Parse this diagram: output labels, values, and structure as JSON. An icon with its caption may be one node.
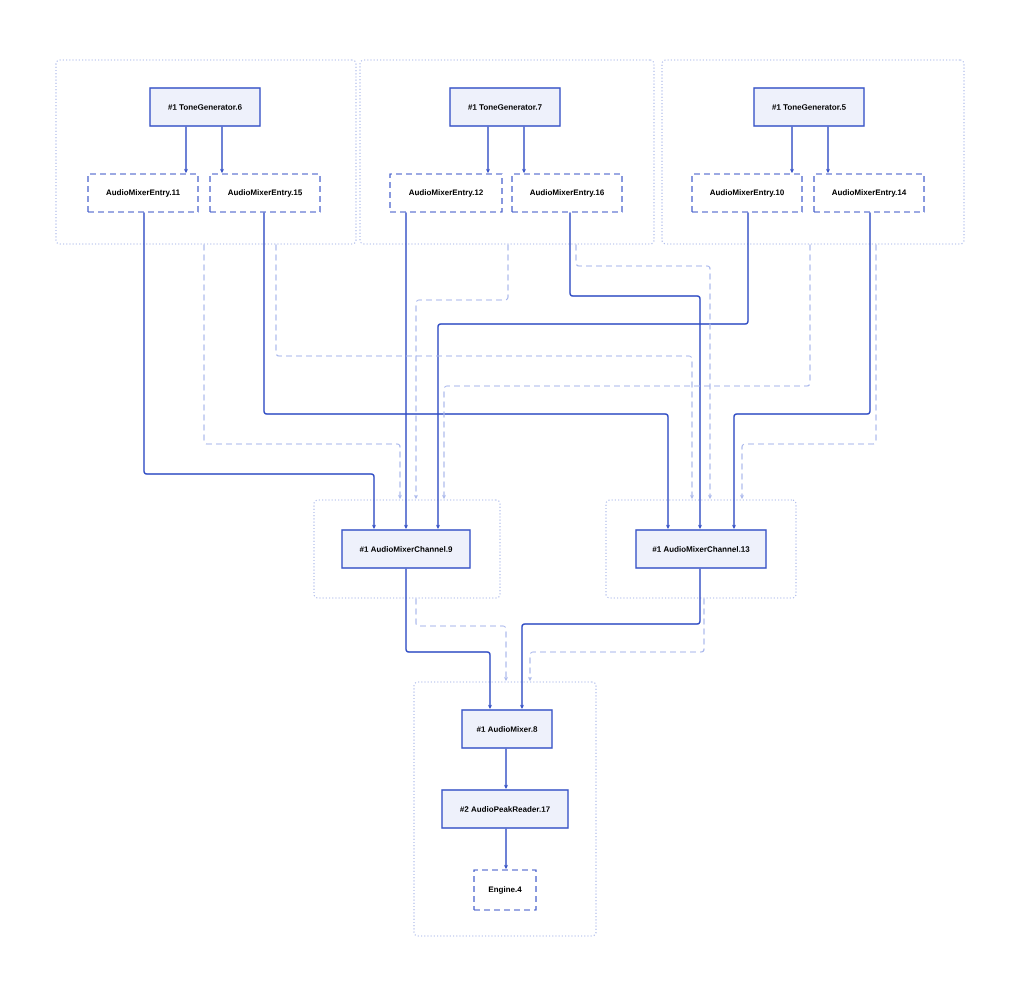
{
  "diagram": {
    "nodes": [
      {
        "text": [],
        "shape": "box"
      },
      {
        "text": [
          "#1 ToneGenerator.6"
        ],
        "in": 0
      },
      {
        "text": [
          "AudioMixerEntry.11"
        ],
        "in": 0
      },
      {
        "text": [
          "AudioMixerEntry.15"
        ],
        "in": 0
      },
      {
        "text": [],
        "shape": "box"
      },
      {
        "text": [
          "#1 ToneGenerator.7"
        ],
        "in": 4
      },
      {
        "text": [
          "AudioMixerEntry.12"
        ],
        "in": 4
      },
      {
        "text": [
          "AudioMixerEntry.16"
        ],
        "in": 4
      },
      {
        "text": [],
        "shape": "box"
      },
      {
        "text": [
          "#1 ToneGenerator.5"
        ],
        "in": 8
      },
      {
        "text": [
          "AudioMixerEntry.10"
        ],
        "in": 8
      },
      {
        "text": [
          "AudioMixerEntry.14"
        ],
        "in": 8
      },
      {
        "text": [],
        "shape": "box"
      },
      {
        "text": [
          "#1 AudioMixerChannel.9"
        ],
        "in": 12
      },
      {
        "text": [],
        "shape": "box"
      },
      {
        "text": [
          "#1 AudioMixerChannel.13"
        ],
        "in": 14
      },
      {
        "text": [],
        "shape": "box"
      },
      {
        "text": [
          "#1 AudioMixer.8"
        ],
        "in": 16
      },
      {
        "text": [
          "#2 AudioPeakReader.17"
        ],
        "in": 16
      },
      {
        "text": [
          "Engine.4"
        ],
        "in": 16
      }
    ],
    "edges": [
      {
        "from": 1,
        "to": 2,
        "arrow": "to"
      },
      {
        "from": 1,
        "to": 3,
        "arrow": "to"
      },
      {
        "from": 5,
        "to": 6,
        "arrow": "to"
      },
      {
        "from": 5,
        "to": 7,
        "arrow": "to"
      },
      {
        "from": 9,
        "to": 10,
        "arrow": "to"
      },
      {
        "from": 9,
        "to": 11,
        "arrow": "to"
      },
      {
        "from": 2,
        "to": 13,
        "arrow": "to"
      },
      {
        "from": 3,
        "to": 15,
        "arrow": "to"
      },
      {
        "from": 6,
        "to": 13,
        "arrow": "to"
      },
      {
        "from": 7,
        "to": 15,
        "arrow": "to"
      },
      {
        "from": 10,
        "to": 13,
        "arrow": "to"
      },
      {
        "from": 11,
        "to": 15,
        "arrow": "to"
      },
      {
        "from": 13,
        "to": 17,
        "arrow": "to"
      },
      {
        "from": 15,
        "to": 17,
        "arrow": "to"
      },
      {
        "from": 17,
        "to": 18,
        "arrow": "to"
      },
      {
        "from": 18,
        "to": 19,
        "arrow": "to"
      },
      {
        "from": 0,
        "to": 12,
        "arrow": "to",
        "style": "dashed",
        "color": "#a9b7ec"
      },
      {
        "from": 0,
        "to": 14,
        "arrow": "to",
        "style": "dashed",
        "color": "#a9b7ec"
      },
      {
        "from": 4,
        "to": 12,
        "arrow": "to",
        "style": "dashed",
        "color": "#a9b7ec"
      },
      {
        "from": 4,
        "to": 14,
        "arrow": "to",
        "style": "dashed",
        "color": "#a9b7ec"
      },
      {
        "from": 8,
        "to": 12,
        "arrow": "to",
        "style": "dashed",
        "color": "#a9b7ec"
      },
      {
        "from": 8,
        "to": 14,
        "arrow": "to",
        "style": "dashed",
        "color": "#a9b7ec"
      },
      {
        "from": 12,
        "to": 16,
        "arrow": "to",
        "style": "dashed",
        "color": "#a9b7ec"
      },
      {
        "from": 14,
        "to": 16,
        "arrow": "to",
        "style": "dashed",
        "color": "#a9b7ec"
      }
    ]
  }
}
